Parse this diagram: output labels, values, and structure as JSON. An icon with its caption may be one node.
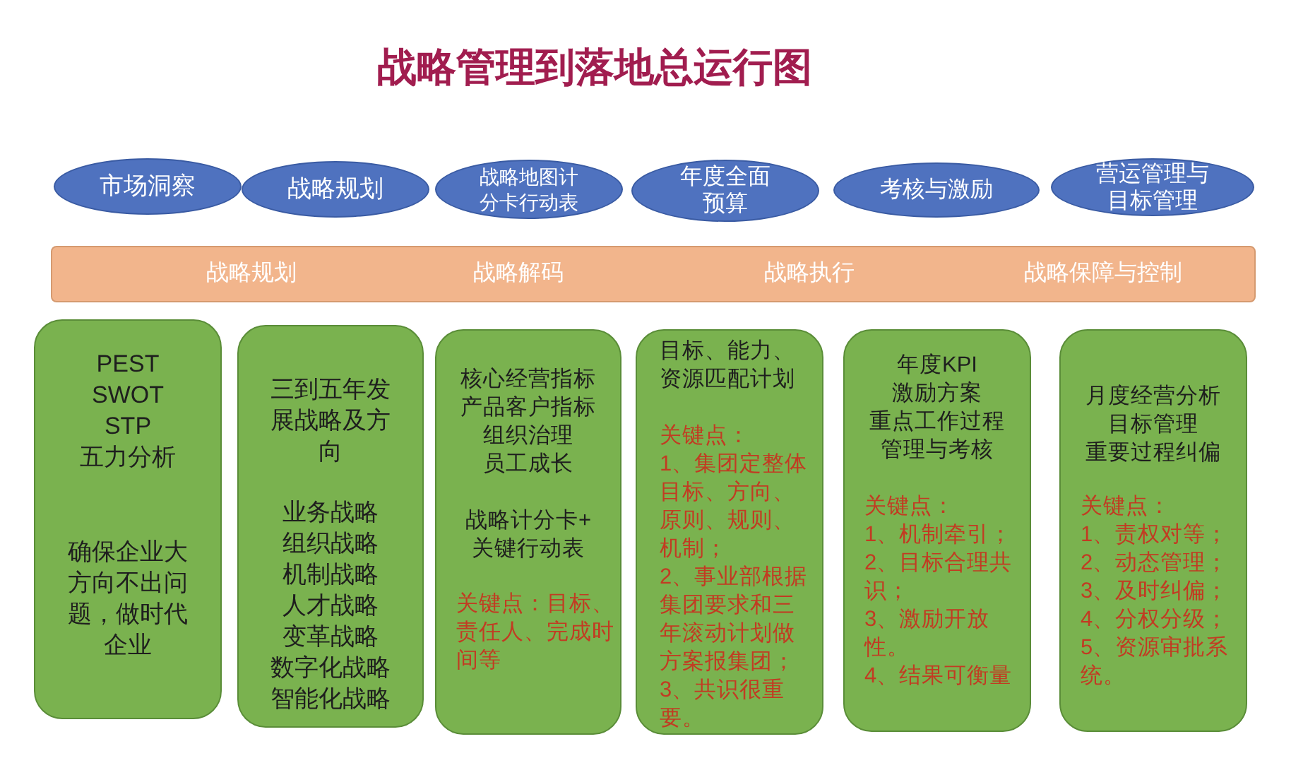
{
  "diagram": {
    "title": "战略管理到落地总运行图",
    "nodes": [
      {
        "text": [
          "市场洞察"
        ]
      },
      {
        "text": [
          "战略规划"
        ]
      },
      {
        "text": [
          "战略地图计分卡行动表"
        ]
      },
      {
        "text": [
          "年度全面预算"
        ]
      },
      {
        "text": [
          "考核与激励"
        ]
      },
      {
        "text": [
          "营运管理与目标管理"
        ]
      },
      {
        "text": [
          "战略规划",
          "战略解码",
          "战略执行",
          "战略保障与控制"
        ]
      },
      {
        "text": [
          "PEST",
          "SWOT",
          "STP",
          "五力分析",
          "确保企业大方向不出问题，做时代企业"
        ]
      },
      {
        "text": [
          "三到五年发展战略及方向",
          "业务战略",
          "组织战略",
          "机制战略",
          "人才战略",
          "变革战略",
          "数字化战略",
          "智能化战略"
        ]
      },
      {
        "text": [
          "核心经营指标",
          "产品客户指标",
          "组织治理",
          "员工成长",
          "战略计分卡+关键行动表",
          "关键点：目标、责任人、完成时间等"
        ]
      },
      {
        "text": [
          "目标、能力、资源匹配计划",
          "关键点：",
          "1、集团定整体目标、方向、原则、规则、机制；",
          "2、事业部根据集团要求和三年滚动计划做方案报集团；",
          "3、共识很重要。"
        ]
      },
      {
        "text": [
          "年度KPI",
          "激励方案",
          "重点工作过程管理与考核",
          "关键点：",
          "1、机制牵引；",
          "2、目标合理共识；",
          "3、激励开放性。",
          "4、结果可衡量"
        ]
      },
      {
        "text": [
          "月度经营分析",
          "目标管理",
          "重要过程纠偏",
          "关键点：",
          "1、责权对等；",
          "2、动态管理；",
          "3、及时纠偏；",
          "4、分权分级；",
          "5、资源审批系统。"
        ]
      }
    ]
  }
}
